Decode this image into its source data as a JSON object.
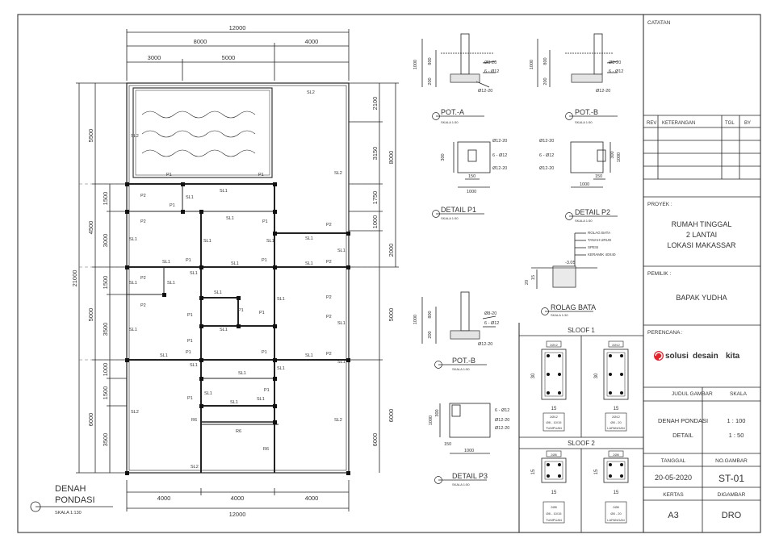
{
  "plan": {
    "title_line1": "DENAH",
    "title_line2": "PONDASI",
    "scale": "SKALA 1:130",
    "dims_top": {
      "overall": "12000",
      "a": "8000",
      "b": "4000",
      "c": "3000",
      "d": "5000"
    },
    "dims_bottom": {
      "a": "4000",
      "b": "4000",
      "c": "4000",
      "overall": "12000"
    },
    "dims_left": {
      "overall": "21000",
      "a": "5500",
      "b": "4500",
      "c": "5000",
      "d": "6000",
      "e": "1500",
      "f": "3000",
      "g": "1500",
      "h": "3500",
      "i": "1000",
      "j": "1500",
      "k": "3500"
    },
    "dims_right": {
      "a": "2100",
      "b": "3150",
      "c": "1750",
      "d": "1000",
      "e": "2000",
      "f": "5000",
      "g": "6000",
      "h": "8000",
      "i": "6000"
    },
    "labels": {
      "sl1": "SL1",
      "sl2": "SL2",
      "p1": "P1",
      "p2": "P2",
      "r6": "R6"
    }
  },
  "details": {
    "pot_a": {
      "title": "POT.-A",
      "scale": "SKALA 1:50",
      "d1": "1000",
      "d2": "800",
      "d3": "200",
      "r1": "Ø8-20",
      "r2": "6 - Ø12",
      "r3": "Ø12-20"
    },
    "pot_b": {
      "title": "POT.-B",
      "scale": "SKALA 1:50",
      "d1": "1000",
      "d2": "800",
      "d3": "200",
      "r1": "Ø8-20",
      "r2": "6 - Ø12",
      "r3": "Ø12-20"
    },
    "detail_p1": {
      "title": "DETAIL P1",
      "scale": "SKALA 1:50",
      "d1": "300",
      "d2": "150",
      "d3": "1000",
      "r1": "Ø12-20",
      "r2": "6 - Ø12",
      "r3": "Ø12-20"
    },
    "detail_p2": {
      "title": "DETAIL P2",
      "scale": "SKALA 1:50",
      "d1": "300",
      "d2": "1000",
      "d3": "150",
      "d4": "1000",
      "r1": "Ø12-20",
      "r2": "6 - Ø12",
      "r3": "Ø12-20"
    },
    "rolag": {
      "title": "ROLAG BATA",
      "scale": "SKALA 1:30",
      "n1": "ROLAG BATA",
      "n2": "TANAH URUG",
      "n3": "SPESI",
      "n4": "KERAMIK 40X40",
      "lvl": "-3.05",
      "d1": "20",
      "d2": "15"
    },
    "pot_b2": {
      "title": "POT.-B",
      "scale": "SKALA 1:50",
      "d1": "1000",
      "d2": "800",
      "d3": "200",
      "r1": "Ø8-20",
      "r2": "6 - Ø12",
      "r3": "Ø12-20"
    },
    "detail_p3": {
      "title": "DETAIL P3",
      "scale": "SKALA 1:50",
      "d1": "1000",
      "d2": "300",
      "d3": "150",
      "d4": "1000",
      "r1": "6 - Ø12",
      "r2": "Ø12-20",
      "r3": "Ø12-20"
    }
  },
  "sloof": {
    "s1_title": "SLOOF 1",
    "s1_h": "30",
    "s1_w": "15",
    "s1_top_tag": "2Ø12",
    "s1_tag1": "2Ø12",
    "s1_tag2": "Ø8 - 10/15",
    "s1_tag3": "TUMPUAN",
    "s1_tag4": "2Ø12",
    "s1_tag5": "Ø8 - 20",
    "s1_tag6": "LAPANGAN",
    "s2_title": "SLOOF 2",
    "s2_h": "15",
    "s2_w": "15",
    "s2_top_tag": "2Ø8",
    "s2_tag1": "2Ø8",
    "s2_tag2": "Ø8 - 10/15",
    "s2_tag3": "TUMPUAN",
    "s2_tag4": "2Ø8",
    "s2_tag5": "Ø8 - 20",
    "s2_tag6": "LAPANGAN"
  },
  "title_block": {
    "catatan": "CATATAN",
    "rev_headers": [
      "REV",
      "KETERANGAN",
      "TGL",
      "BY"
    ],
    "proyek_label": "PROYEK :",
    "proyek_line1": "RUMAH TINGGAL",
    "proyek_line2": "2 LANTAI",
    "proyek_line3": "LOKASI MAKASSAR",
    "pemilik_label": "PEMILIK :",
    "pemilik": "BAPAK YUDHA",
    "perencana_label": "PERENCANA :",
    "brand_a": "solusi",
    "brand_b": "desain",
    "brand_c": "kita",
    "judul_label": "JUDUL GAMBAR",
    "skala_label": "SKALA",
    "judul_1": "DENAH PONDASI",
    "skala_1": "1 : 100",
    "judul_2": "DETAIL",
    "skala_2": "1 : 50",
    "tanggal_label": "TANGGAL",
    "tanggal": "20-05-2020",
    "nogambar_label": "NO.GAMBAR",
    "nogambar": "ST-01",
    "kertas_label": "KERTAS",
    "kertas": "A3",
    "digambar_label": "DIGAMBAR",
    "digambar": "DRO"
  },
  "colors": {
    "line": "#222222",
    "brand_red": "#e5232b",
    "brand_dark": "#333333"
  }
}
